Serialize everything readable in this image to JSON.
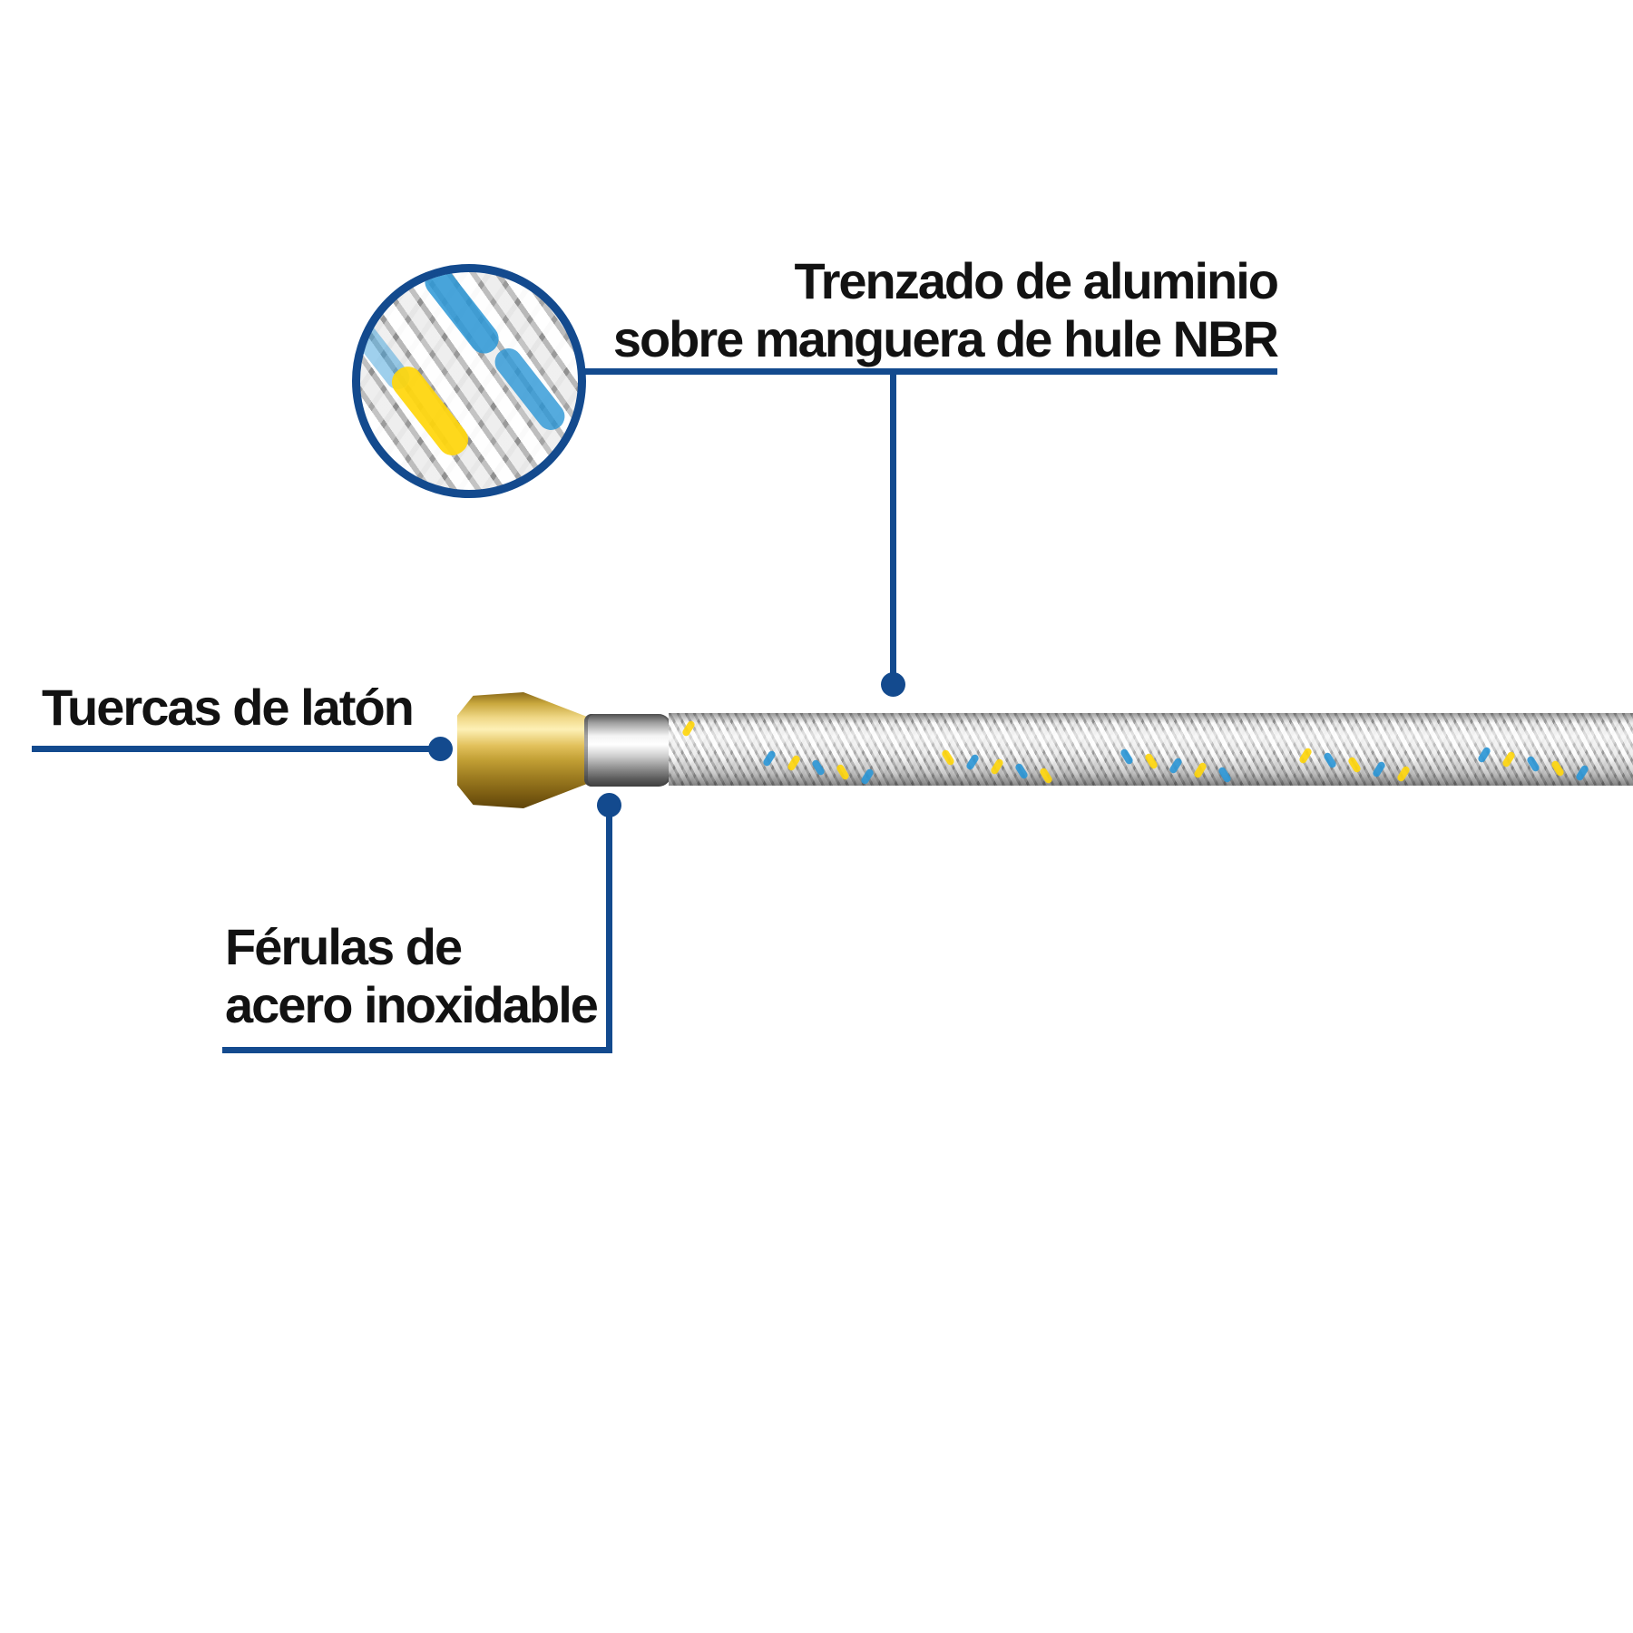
{
  "page": {
    "background": "#ffffff"
  },
  "colors": {
    "callout_blue": "#134a8e",
    "text": "#121212",
    "fleck_yellow": "#ffd60a",
    "fleck_blue": "#2a96d6",
    "brass": "#d9b852",
    "chrome": "#cfcfcf",
    "braid_silver": "#d8d8d8"
  },
  "callouts": {
    "braid": {
      "line1": "Trenzado de aluminio",
      "line2": "sobre manguera de hule NBR"
    },
    "nut": {
      "label": "Tuercas de latón"
    },
    "ferrule": {
      "line1": "Férulas de",
      "line2": "acero inoxidable"
    }
  }
}
